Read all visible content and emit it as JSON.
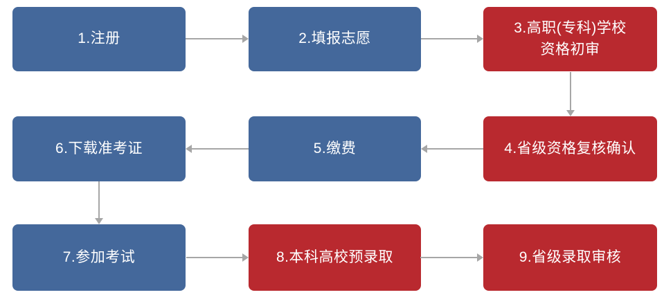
{
  "palette": {
    "step_blue": "#44689B",
    "step_red": "#B9292F",
    "connector_gray": "#A6A6A6",
    "step_text": "#FFFFFF",
    "background": "#FFFFFF"
  },
  "flowchart": {
    "steps": [
      {
        "label": "1.注册",
        "fill": "#44689B"
      },
      {
        "label": "2.填报志愿",
        "fill": "#44689B"
      },
      {
        "label": "3.高职(专科)学校\n资格初审",
        "fill": "#B9292F"
      },
      {
        "label": "4.省级资格复核确认",
        "fill": "#B9292F"
      },
      {
        "label": "5.缴费",
        "fill": "#44689B"
      },
      {
        "label": "6.下载准考证",
        "fill": "#44689B"
      },
      {
        "label": "7.参加考试",
        "fill": "#44689B"
      },
      {
        "label": "8.本科高校预录取",
        "fill": "#B9292F"
      },
      {
        "label": "9.省级录取审核",
        "fill": "#B9292F"
      }
    ],
    "connections": [
      {
        "from": 1,
        "to": 2,
        "direction": "right"
      },
      {
        "from": 2,
        "to": 3,
        "direction": "right"
      },
      {
        "from": 3,
        "to": 4,
        "direction": "down"
      },
      {
        "from": 4,
        "to": 5,
        "direction": "left"
      },
      {
        "from": 5,
        "to": 6,
        "direction": "left"
      },
      {
        "from": 6,
        "to": 7,
        "direction": "down"
      },
      {
        "from": 7,
        "to": 8,
        "direction": "right"
      },
      {
        "from": 8,
        "to": 9,
        "direction": "right"
      }
    ]
  }
}
